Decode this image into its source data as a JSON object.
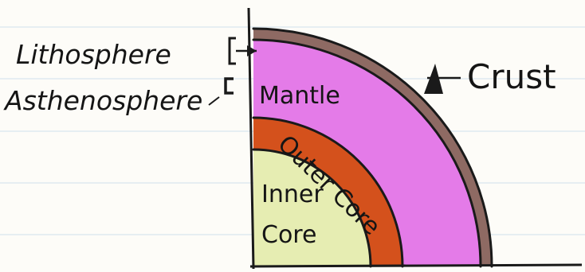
{
  "diagram": {
    "labels": {
      "lithosphere": "Lithosphere",
      "asthenosphere": "Asthenosphere",
      "crust": "Crust",
      "mantle": "Mantle",
      "outer_core": "Outer Core",
      "inner_core_line1": "Inner",
      "inner_core_line2": "Core"
    },
    "colors": {
      "paper": "#fdfcf8",
      "ruled_line": "#d9e6ef",
      "crust": "#8e6a63",
      "mantle": "#e47be8",
      "outer_core": "#d4511c",
      "inner_core": "#e6edb2",
      "outline": "#1a1a1a"
    }
  }
}
